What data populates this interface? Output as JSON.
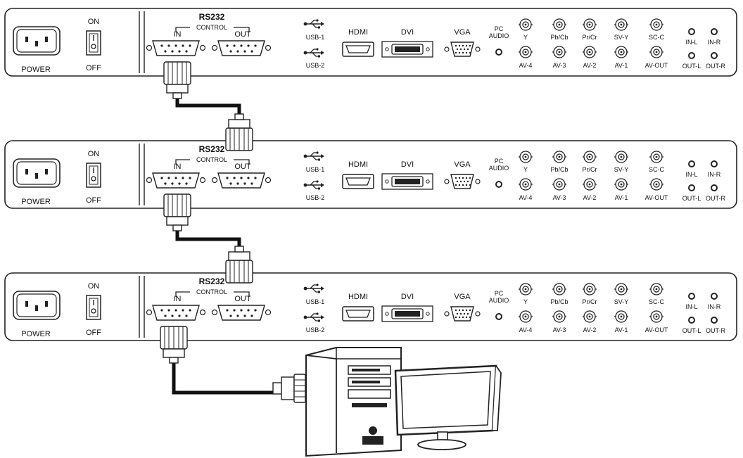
{
  "panel": {
    "power": "POWER",
    "on": "ON",
    "off": "OFF",
    "rs232": "RS232",
    "control": "CONTROL",
    "in": "IN",
    "out": "OUT",
    "usb1": "USB-1",
    "usb2": "USB-2",
    "hdmi": "HDMI",
    "dvi": "DVI",
    "vga": "VGA",
    "pc": "PC",
    "audio": "AUDIO",
    "y": "Y",
    "pbcb": "Pb/Cb",
    "prcr": "Pr/Cr",
    "svy": "SV-Y",
    "scc": "SC-C",
    "av4": "AV-4",
    "av3": "AV-3",
    "av2": "AV-2",
    "av1": "AV-1",
    "avout": "AV-OUT",
    "inl": "IN-L",
    "inr": "IN-R",
    "outl": "OUT-L",
    "outr": "OUT-R"
  },
  "colors": {
    "line": "#222222",
    "cable": "#111111",
    "background": "#ffffff"
  },
  "icons": {
    "usb": "usb-icon",
    "power_socket": "power-socket-icon",
    "rocker_switch": "rocker-switch-icon",
    "db9": "db9-connector-icon",
    "computer": "computer-tower-icon",
    "monitor": "monitor-icon"
  }
}
